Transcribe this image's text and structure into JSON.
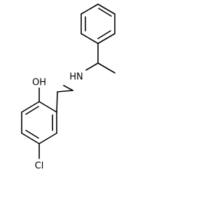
{
  "structure": {
    "atoms": {
      "oh": "OH",
      "nh": "HN",
      "cl": "Cl"
    }
  }
}
